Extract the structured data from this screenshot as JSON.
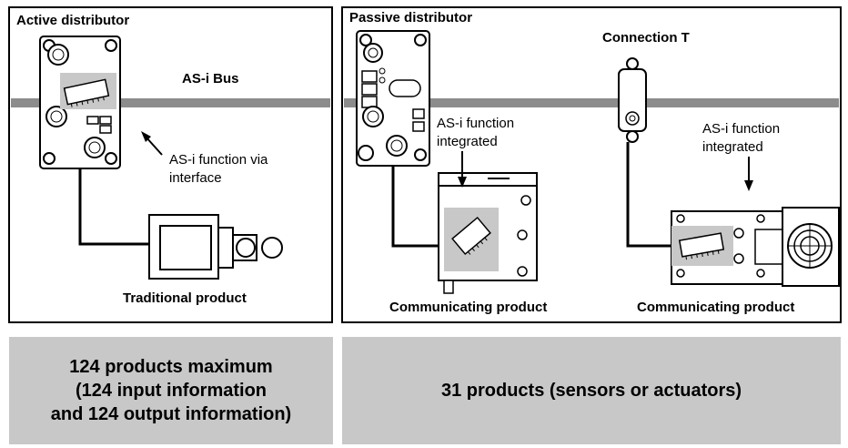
{
  "panels": {
    "left": {
      "title": "Active distributor",
      "bus_label": "AS-i Bus",
      "function_note": [
        "AS-i function via",
        "interface"
      ],
      "product_label": "Traditional product"
    },
    "right": {
      "title": "Passive distributor",
      "connection_label": "Connection T",
      "function_note_1": [
        "AS-i function",
        "integrated"
      ],
      "function_note_2": [
        "AS-i function",
        "integrated"
      ],
      "product_label_1": "Communicating product",
      "product_label_2": "Communicating product"
    }
  },
  "summary": {
    "left": [
      "124 products maximum",
      "(124 input information",
      "and 124 output information)"
    ],
    "right": "31 products (sensors or actuators)"
  },
  "colors": {
    "bus": "#8c8c8c",
    "chip_highlight": "#c8c8c8",
    "summary_box": "#c8c8c8"
  }
}
